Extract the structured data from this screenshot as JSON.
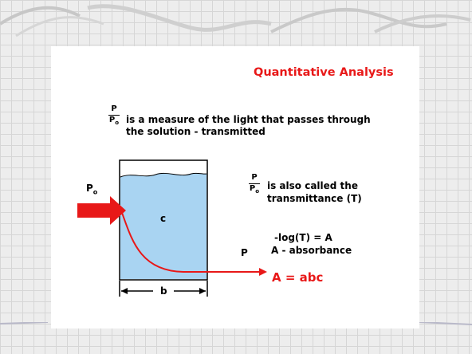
{
  "slide": {
    "title": "Quantitative Analysis",
    "fraction": {
      "numerator": "P",
      "denominator": "P",
      "denominator_sub": "o"
    },
    "intro_line1": "is a measure of the light that passes through",
    "intro_line2": "the solution - transmitted",
    "also_line1": "is also called the",
    "also_line2": "transmittance (T)",
    "equation1": "-log(T) = A",
    "equation2": "A - absorbance",
    "final_equation": "A = abc"
  },
  "diagram": {
    "incident_label": "P",
    "incident_sub": "o",
    "concentration_label": "c",
    "transmitted_label": "P",
    "path_length_label": "b"
  },
  "colors": {
    "accent": "#e81818",
    "solution": "#a9d4f2",
    "background": "#ededed"
  }
}
